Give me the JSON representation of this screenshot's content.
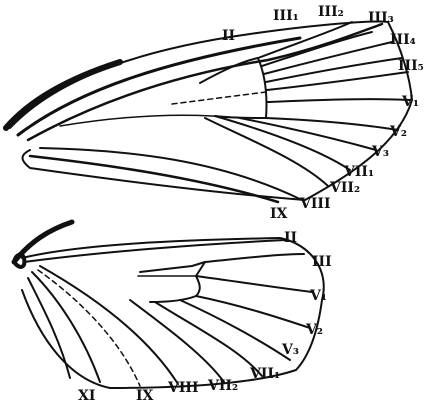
{
  "figure": {
    "ink_color": "#111111",
    "background": "#ffffff",
    "forewing": {
      "labels": [
        "II",
        "III₁",
        "III₂",
        "III₃",
        "III₄",
        "III₅",
        "V₁",
        "V₂",
        "V₃",
        "VII₁",
        "VII₂",
        "VIII",
        "IX"
      ]
    },
    "hindwing": {
      "labels": [
        "II",
        "III",
        "V₁",
        "V₂",
        "V₃",
        "VII₁",
        "VII₂",
        "VIII",
        "IX",
        "XI"
      ]
    }
  }
}
